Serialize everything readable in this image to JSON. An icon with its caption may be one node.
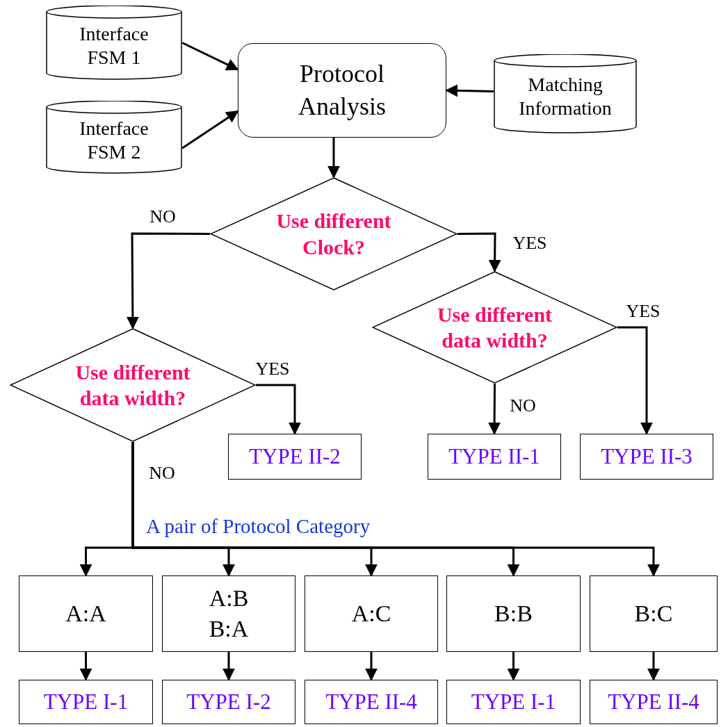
{
  "diagram": {
    "nodes": [
      {
        "text": [
          "Interface FSM 1"
        ]
      },
      {
        "text": [
          "Interface FSM 2"
        ]
      },
      {
        "text": [
          "Protocol Analysis"
        ]
      },
      {
        "text": [
          "Matching Information"
        ]
      },
      {
        "text": [
          "Use different Clock?"
        ]
      },
      {
        "text": [
          "Use different data width?"
        ]
      },
      {
        "text": [
          "Use different data width?"
        ]
      },
      {
        "text": [
          "TYPE II-2"
        ]
      },
      {
        "text": [
          "TYPE II-1"
        ]
      },
      {
        "text": [
          "TYPE II-3"
        ]
      },
      {
        "text": [
          "A:A"
        ]
      },
      {
        "text": [
          "A:B B:A"
        ]
      },
      {
        "text": [
          "A:C"
        ]
      },
      {
        "text": [
          "B:B"
        ]
      },
      {
        "text": [
          "B:C"
        ]
      },
      {
        "text": [
          "TYPE I-1"
        ]
      },
      {
        "text": [
          "TYPE I-2"
        ]
      },
      {
        "text": [
          "TYPE II-4"
        ]
      },
      {
        "text": [
          "TYPE I-1"
        ]
      },
      {
        "text": [
          "TYPE II-4"
        ]
      }
    ],
    "edges": [
      {
        "from": 0,
        "to": 2,
        "arrow": "to"
      },
      {
        "from": 1,
        "to": 2,
        "arrow": "to"
      },
      {
        "from": 3,
        "to": 2,
        "arrow": "to"
      },
      {
        "from": 2,
        "to": 4,
        "arrow": "to"
      },
      {
        "from": 4,
        "to": 6,
        "arrow": "to",
        "label": "NO"
      },
      {
        "from": 4,
        "to": 5,
        "arrow": "to",
        "label": "YES"
      },
      {
        "from": 5,
        "to": 9,
        "arrow": "to",
        "label": "YES"
      },
      {
        "from": 5,
        "to": 8,
        "arrow": "to",
        "label": "NO"
      },
      {
        "from": 6,
        "to": 7,
        "arrow": "to",
        "label": "YES"
      },
      {
        "from": 6,
        "to": 10,
        "arrow": "to",
        "label": "NO"
      },
      {
        "from": 6,
        "to": 11,
        "arrow": "to"
      },
      {
        "from": 6,
        "to": 12,
        "arrow": "to"
      },
      {
        "from": 6,
        "to": 13,
        "arrow": "to"
      },
      {
        "from": 6,
        "to": 14,
        "arrow": "to"
      },
      {
        "from": 10,
        "to": 15,
        "arrow": "to"
      },
      {
        "from": 11,
        "to": 16,
        "arrow": "to"
      },
      {
        "from": 12,
        "to": 17,
        "arrow": "to"
      },
      {
        "from": 13,
        "to": 18,
        "arrow": "to"
      },
      {
        "from": 14,
        "to": 19,
        "arrow": "to"
      }
    ],
    "labels": [
      "A pair of Protocol Category"
    ]
  }
}
